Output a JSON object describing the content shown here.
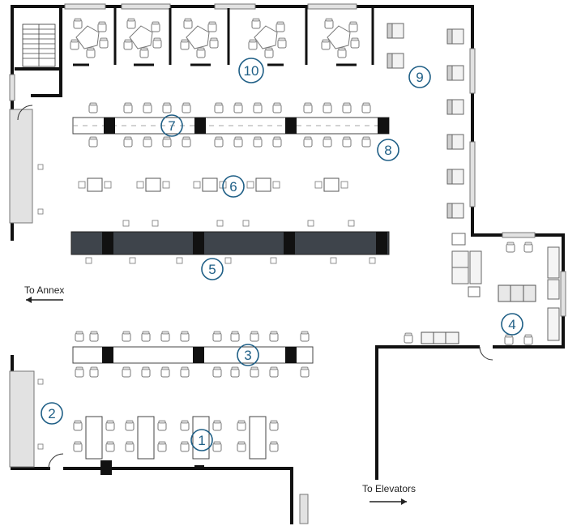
{
  "labels": {
    "to_annex": "To Annex",
    "to_elevators": "To Elevators"
  },
  "zones": [
    {
      "id": "1",
      "label": "1"
    },
    {
      "id": "2",
      "label": "2"
    },
    {
      "id": "3",
      "label": "3"
    },
    {
      "id": "4",
      "label": "4"
    },
    {
      "id": "5",
      "label": "5"
    },
    {
      "id": "6",
      "label": "6"
    },
    {
      "id": "7",
      "label": "7"
    },
    {
      "id": "8",
      "label": "8"
    },
    {
      "id": "9",
      "label": "9"
    },
    {
      "id": "10",
      "label": "10"
    }
  ],
  "colors": {
    "wall": "#111111",
    "marker": "#1f5f86",
    "window": "#d6d6d6",
    "counter": "#3e3e3e",
    "chair": "#8a8a8a"
  }
}
